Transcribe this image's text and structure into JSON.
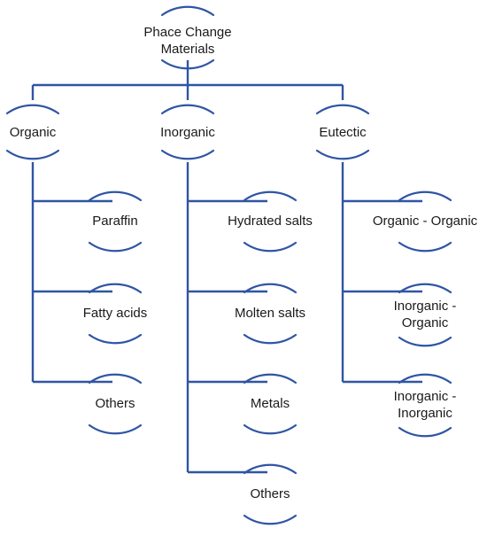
{
  "root": {
    "lines": [
      "Phace Change",
      "Materials"
    ]
  },
  "groups": [
    {
      "label": "Organic",
      "children": [
        {
          "lines": [
            "Paraffin"
          ]
        },
        {
          "lines": [
            "Fatty acids"
          ]
        },
        {
          "lines": [
            "Others"
          ]
        }
      ]
    },
    {
      "label": "Inorganic",
      "children": [
        {
          "lines": [
            "Hydrated salts"
          ]
        },
        {
          "lines": [
            "Molten salts"
          ]
        },
        {
          "lines": [
            "Metals"
          ]
        },
        {
          "lines": [
            "Others"
          ]
        }
      ]
    },
    {
      "label": "Eutectic",
      "children": [
        {
          "lines": [
            "Organic - Organic"
          ]
        },
        {
          "lines": [
            "Inorganic -",
            "Organic"
          ]
        },
        {
          "lines": [
            "Inorganic -",
            "Inorganic"
          ]
        }
      ]
    }
  ],
  "colors": {
    "line": "#2f55a4",
    "text": "#1a1a1a"
  }
}
